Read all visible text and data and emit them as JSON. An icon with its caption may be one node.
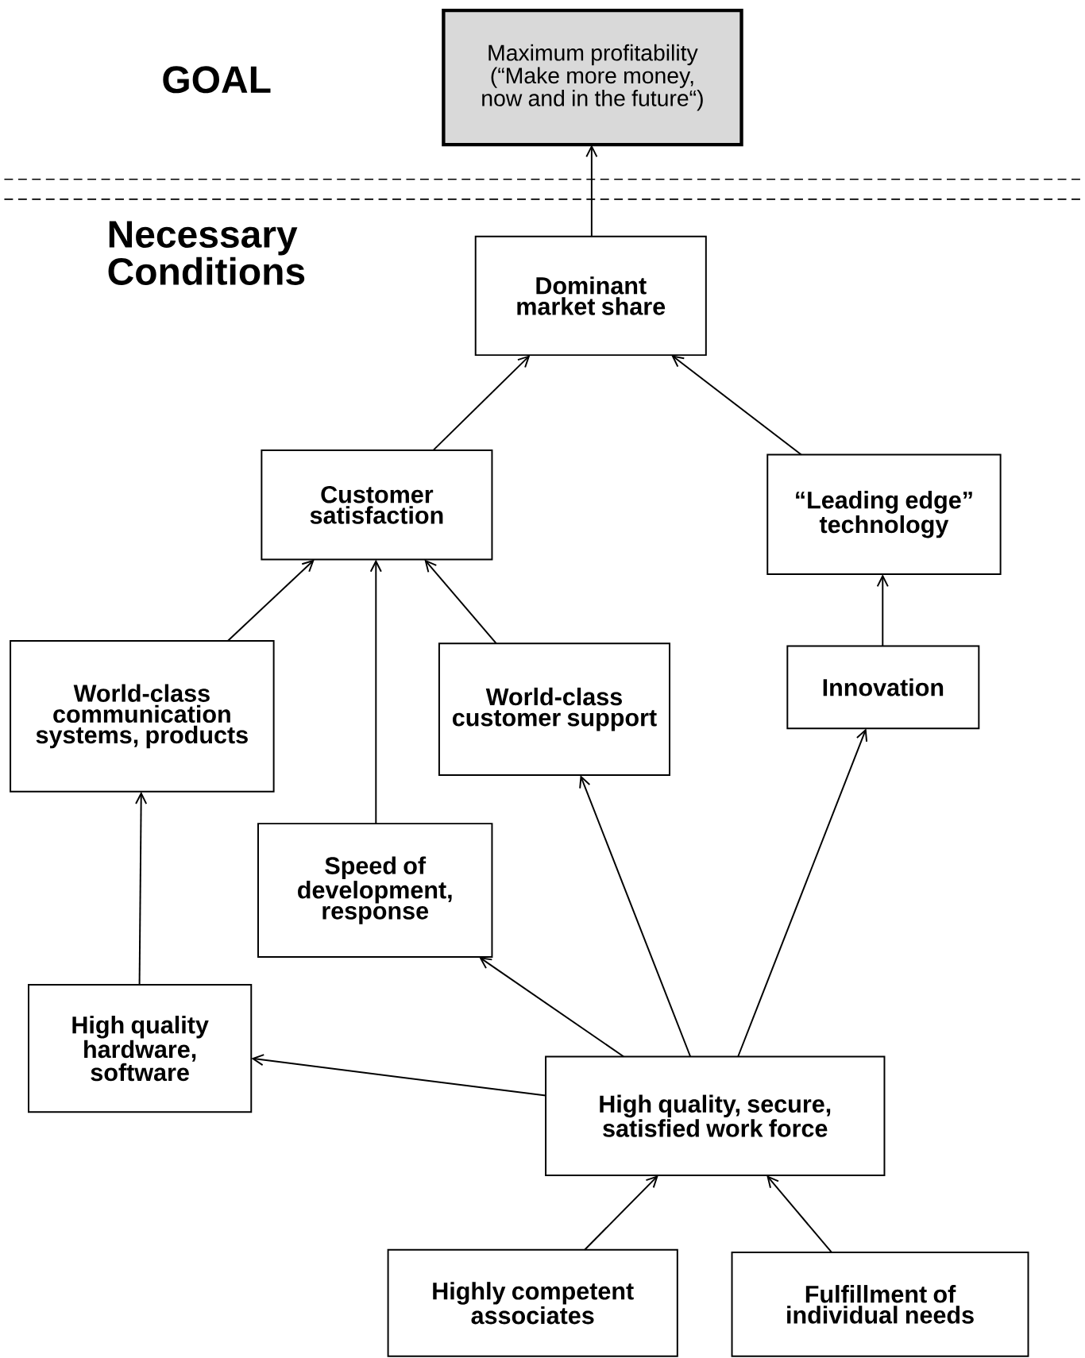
{
  "diagram": {
    "nodes": [
      {
        "text": [
          "Maximum profitability (“Make more money, now and in the future“)"
        ]
      },
      {
        "text": [
          "Dominant market share"
        ]
      },
      {
        "text": [
          "Customer satisfaction"
        ]
      },
      {
        "text": [
          "“Leading edge” technology"
        ]
      },
      {
        "text": [
          "World-class communication systems, products"
        ]
      },
      {
        "text": [
          "World-class customer support"
        ]
      },
      {
        "text": [
          "Innovation"
        ]
      },
      {
        "text": [
          "Speed of development, response"
        ]
      },
      {
        "text": [
          "High quality hardware, software"
        ]
      },
      {
        "text": [
          "High quality, secure, satisfied work force"
        ]
      },
      {
        "text": [
          "Highly competent associates"
        ]
      },
      {
        "text": [
          "Fulfillment of individual needs"
        ]
      }
    ],
    "edges": [
      {
        "from": 1,
        "to": 0,
        "arrow": "to"
      },
      {
        "from": 2,
        "to": 1,
        "arrow": "to"
      },
      {
        "from": 3,
        "to": 1,
        "arrow": "to"
      },
      {
        "from": 4,
        "to": 2,
        "arrow": "to"
      },
      {
        "from": 7,
        "to": 2,
        "arrow": "to"
      },
      {
        "from": 5,
        "to": 2,
        "arrow": "to"
      },
      {
        "from": 6,
        "to": 3,
        "arrow": "to"
      },
      {
        "from": 8,
        "to": 4,
        "arrow": "to"
      },
      {
        "from": 9,
        "to": 7,
        "arrow": "to"
      },
      {
        "from": 9,
        "to": 5,
        "arrow": "to"
      },
      {
        "from": 9,
        "to": 6,
        "arrow": "to"
      },
      {
        "from": 9,
        "to": 8,
        "arrow": "to"
      },
      {
        "from": 10,
        "to": 9,
        "arrow": "to"
      },
      {
        "from": 11,
        "to": 9,
        "arrow": "to"
      }
    ],
    "labels": [
      "GOAL",
      "Necessary Conditions"
    ]
  }
}
